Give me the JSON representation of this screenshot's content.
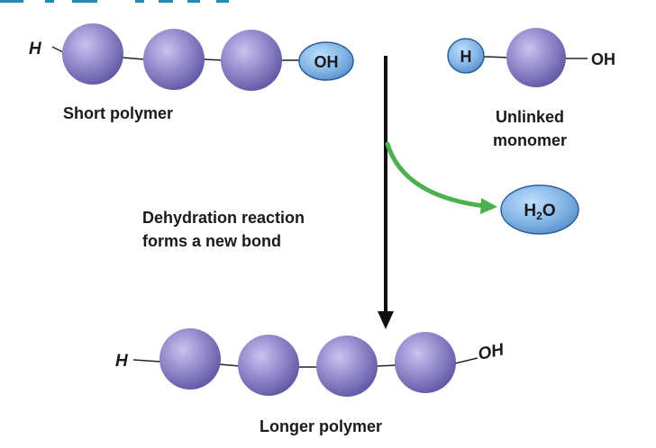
{
  "labels": {
    "short_polymer": "Short polymer",
    "unlinked_line1": "Unlinked",
    "unlinked_line2": "monomer",
    "reaction_line1": "Dehydration reaction",
    "reaction_line2": "forms a new bond",
    "longer_polymer": "Longer polymer"
  },
  "chem": {
    "h": "H",
    "oh": "OH",
    "water_h": "H",
    "water_sub": "2",
    "water_o": "O"
  },
  "colors": {
    "monomer": "#8f86c9",
    "end_group": "#7fb2e3",
    "arrow_main": "#111111",
    "arrow_water": "#4caf50"
  }
}
